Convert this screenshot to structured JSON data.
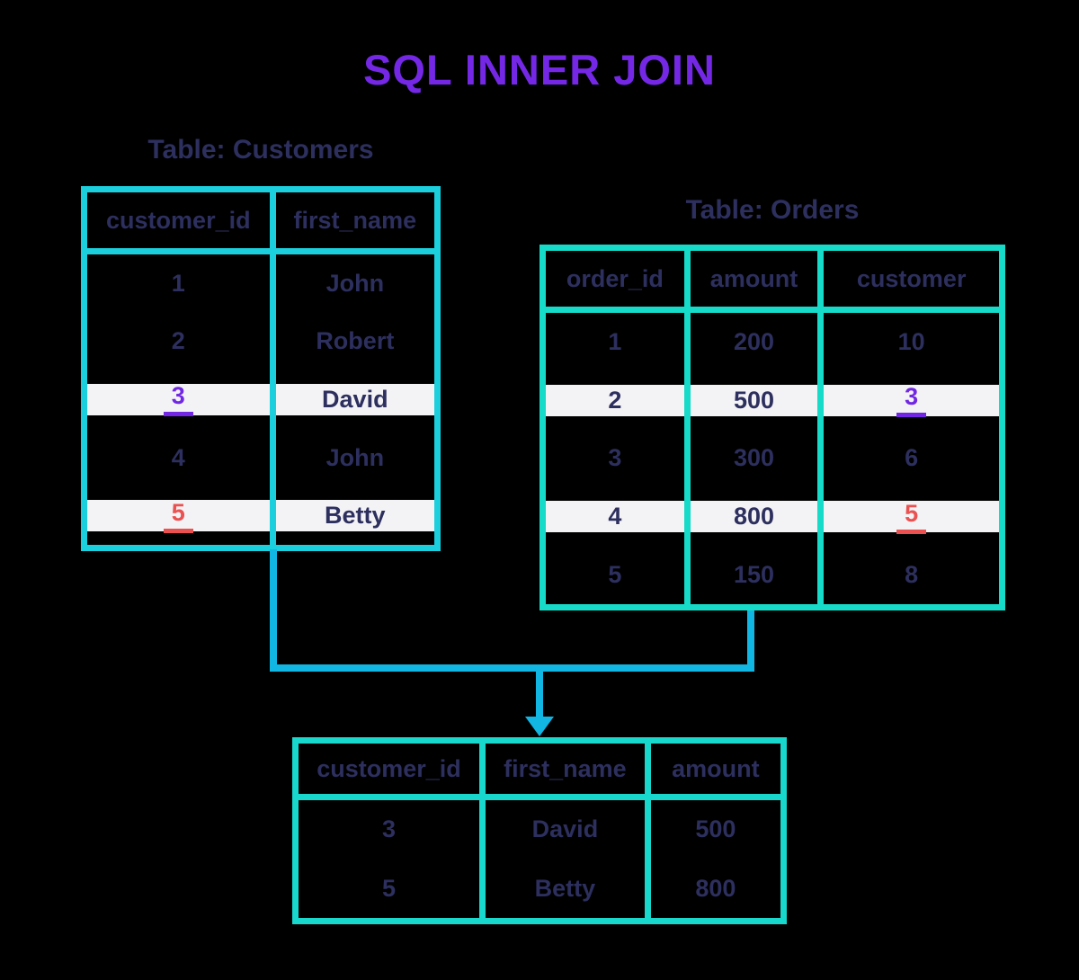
{
  "title": "SQL INNER JOIN",
  "colors": {
    "title": "#7428e6",
    "navy": "#2d2f5e",
    "customersBorder": "#1bcfdd",
    "ordersBorder": "#15dbc8",
    "resultBorder": "#18d7cd",
    "connector": "#12b6e2",
    "highlight": "#f3f3f5",
    "keyPurple": "#7127e3",
    "keyRed": "#ea5150"
  },
  "customers": {
    "label": "Table: Customers",
    "columns": [
      "customer_id",
      "first_name"
    ],
    "rows": [
      {
        "cells": [
          "1",
          "John"
        ]
      },
      {
        "cells": [
          "2",
          "Robert"
        ]
      },
      {
        "cells": [
          "3",
          "David"
        ],
        "highlight": true,
        "key_col": 0,
        "key_color": "purple"
      },
      {
        "cells": [
          "4",
          "John"
        ]
      },
      {
        "cells": [
          "5",
          "Betty"
        ],
        "highlight": true,
        "key_col": 0,
        "key_color": "red"
      }
    ]
  },
  "orders": {
    "label": "Table: Orders",
    "columns": [
      "order_id",
      "amount",
      "customer"
    ],
    "rows": [
      {
        "cells": [
          "1",
          "200",
          "10"
        ]
      },
      {
        "cells": [
          "2",
          "500",
          "3"
        ],
        "highlight": true,
        "key_col": 2,
        "key_color": "purple"
      },
      {
        "cells": [
          "3",
          "300",
          "6"
        ]
      },
      {
        "cells": [
          "4",
          "800",
          "5"
        ],
        "highlight": true,
        "key_col": 2,
        "key_color": "red"
      },
      {
        "cells": [
          "5",
          "150",
          "8"
        ]
      }
    ]
  },
  "result": {
    "columns": [
      "customer_id",
      "first_name",
      "amount"
    ],
    "rows": [
      {
        "cells": [
          "3",
          "David",
          "500"
        ]
      },
      {
        "cells": [
          "5",
          "Betty",
          "800"
        ]
      }
    ]
  }
}
